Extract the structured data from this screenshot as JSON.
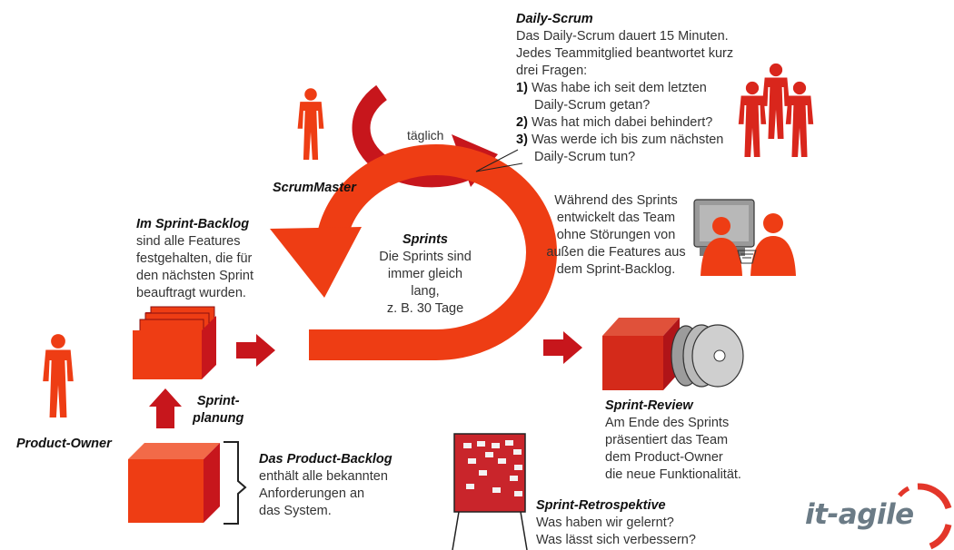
{
  "daily_scrum": {
    "title": "Daily-Scrum",
    "lines": [
      "Das Daily-Scrum dauert 15 Minuten.",
      "Jedes Teammitglied beantwortet kurz",
      "drei Fragen:"
    ],
    "q1_num": "1)",
    "q1_a": "Was habe ich seit dem letzten",
    "q1_b": "Daily-Scrum getan?",
    "q2_num": "2)",
    "q2_a": "Was hat mich dabei behindert?",
    "q3_num": "3)",
    "q3_a": "Was werde ich bis zum nächsten",
    "q3_b": "Daily-Scrum tun?"
  },
  "daily_cycle": {
    "label": "täglich"
  },
  "scrum_master": {
    "label": "ScrumMaster"
  },
  "sprint_backlog": {
    "title": "Im Sprint-Backlog",
    "lines": [
      "sind alle Features",
      "festgehalten, die für",
      "den nächsten Sprint",
      "beauftragt wurden."
    ]
  },
  "sprints": {
    "title": "Sprints",
    "lines": [
      "Die Sprints sind",
      "immer gleich",
      "lang,",
      "z. B. 30 Tage"
    ]
  },
  "team_work": {
    "lines": [
      "Während des Sprints",
      "entwickelt das Team",
      "ohne Störungen von",
      "außen die Features aus",
      "dem Sprint-Backlog."
    ]
  },
  "sprint_planning": {
    "line1": "Sprint-",
    "line2": "planung"
  },
  "product_owner": {
    "label": "Product-Owner"
  },
  "product_backlog": {
    "title": "Das Product-Backlog",
    "lines": [
      "enthält alle bekannten",
      "Anforderungen an",
      "das System."
    ]
  },
  "sprint_review": {
    "title": "Sprint-Review",
    "lines": [
      "Am Ende des Sprints",
      "präsentiert das Team",
      "dem Product-Owner",
      "die neue Funktionalität."
    ]
  },
  "sprint_retro": {
    "title": "Sprint-Retrospektive",
    "lines": [
      "Was haben wir gelernt?",
      "Was lässt sich verbessern?"
    ]
  },
  "brand": {
    "name": "it-agile"
  },
  "colors": {
    "primary": "#ee3d14",
    "dark_red": "#c7161c",
    "board_red": "#c9252b",
    "brand_gray": "#6b7b86"
  }
}
